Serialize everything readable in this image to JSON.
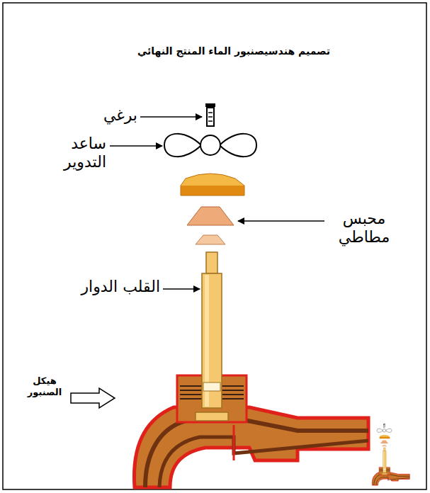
{
  "diagram": {
    "title": "تصميم هندسيصنبور الماء المنتج النهائي",
    "labels": [
      "برغي",
      "ساعد التدوير",
      "محبس مطاطي",
      "القلب الدوار",
      "هيكل الصنبور"
    ]
  }
}
